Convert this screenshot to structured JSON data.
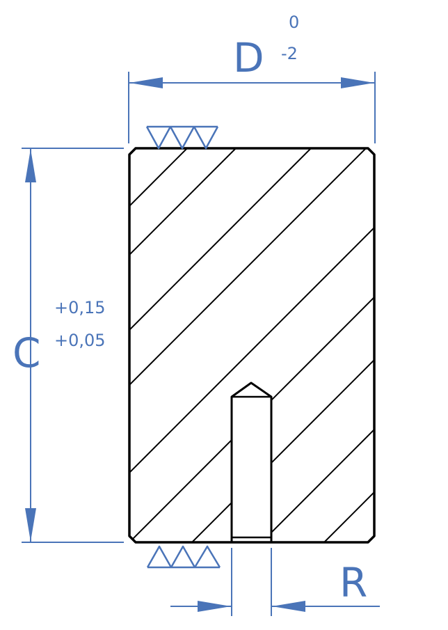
{
  "colors": {
    "outline": "#000000",
    "dimension": "#4a74b8",
    "background": "#ffffff"
  },
  "dimensions": {
    "width": {
      "label": "D",
      "tolerance_upper": "0",
      "tolerance_lower": "-2"
    },
    "height": {
      "label": "C",
      "tolerance_upper": "+0,15",
      "tolerance_lower": "+0,05"
    },
    "hole": {
      "label": "R"
    }
  },
  "surface_finish": {
    "top_symbol": "triple-triangle",
    "bottom_symbol": "triple-triangle"
  }
}
